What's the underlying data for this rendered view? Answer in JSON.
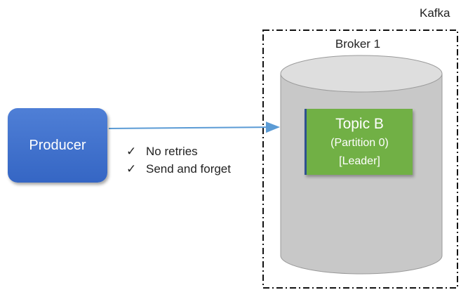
{
  "cluster": {
    "label": "Kafka"
  },
  "broker": {
    "label": "Broker 1"
  },
  "producer": {
    "label": "Producer"
  },
  "topic": {
    "title": "Topic B",
    "partition": "(Partition 0)",
    "role": "[Leader]"
  },
  "notes": [
    {
      "icon": "check-icon",
      "glyph": "✓",
      "text": "No retries"
    },
    {
      "icon": "check-icon",
      "glyph": "✓",
      "text": "Send and forget"
    }
  ],
  "colors": {
    "producer": "#3f73d0",
    "topic": "#71b045",
    "cylinder": "#c8c8c8",
    "arrow": "#5b9bd5"
  }
}
